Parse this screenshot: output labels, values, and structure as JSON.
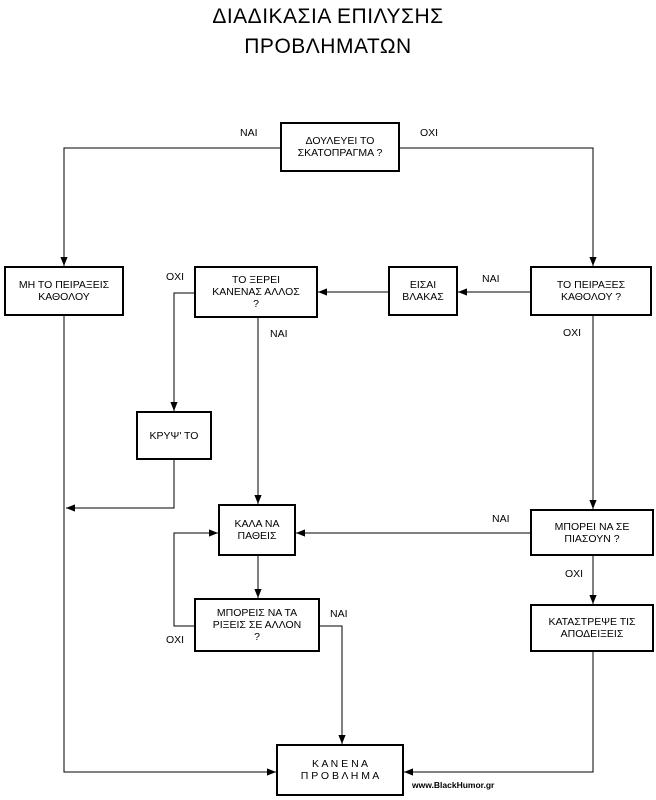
{
  "title": {
    "line1": "ΔΙΑΔΙΚΑΣΙΑ ΕΠΙΛΥΣΗΣ",
    "line2": "ΠΡΟΒΛΗΜΑΤΩΝ"
  },
  "nodes": {
    "works": {
      "line1": "ΔΟΥΛΕΥΕΙ ΤΟ",
      "line2": "ΣΚΑΤΟΠΡΑΓΜΑ ?"
    },
    "dont_touch": {
      "line1": "ΜΗ ΤΟ ΠΕΙΡΑΞΕΙΣ",
      "line2": "ΚΑΘΟΛΟΥ"
    },
    "anyone_knows": {
      "line1": "ΤΟ ΞΕΡΕΙ",
      "line2": "ΚΑΝΕΝΑΣ ΑΛΛΟΣ",
      "line3": "?"
    },
    "stupid": {
      "line1": "ΕΙΣΑΙ",
      "line2": "ΒΛΑΚΑΣ"
    },
    "touched": {
      "line1": "ΤΟ ΠΕΙΡΑΞΕΣ",
      "line2": "ΚΑΘΟΛΟΥ ?"
    },
    "hide": {
      "line1": "ΚΡΥΨ' ΤΟ"
    },
    "serves_you": {
      "line1": "ΚΑΛΑ ΝΑ",
      "line2": "ΠΑΘΕΙΣ"
    },
    "caught": {
      "line1": "ΜΠΟΡΕΙ ΝΑ ΣΕ",
      "line2": "ΠΙΑΣΟΥΝ ?"
    },
    "blame": {
      "line1": "ΜΠΟΡΕΙΣ ΝΑ ΤΑ",
      "line2": "ΡΙΞΕΙΣ ΣΕ ΑΛΛΟΝ",
      "line3": "?"
    },
    "destroy": {
      "line1": "ΚΑΤΑΣΤΡΕΨΕ ΤΙΣ",
      "line2": "ΑΠΟΔΕΙΞΕΙΣ"
    },
    "no_problem": {
      "line1": "Κ Α Ν Ε Ν Α",
      "line2": "Π Ρ Ο Β Λ Η Μ Α"
    }
  },
  "edge_labels": {
    "works_yes": "ΝΑΙ",
    "works_no": "ΟΧΙ",
    "touched_yes": "ΝΑΙ",
    "touched_no": "ΟΧΙ",
    "knows_no": "ΟΧΙ",
    "knows_yes": "ΝΑΙ",
    "caught_yes": "ΝΑΙ",
    "caught_no": "ΟΧΙ",
    "blame_no": "ΟΧΙ",
    "blame_yes": "ΝΑΙ"
  },
  "watermark": "www.BlackHumor.gr"
}
